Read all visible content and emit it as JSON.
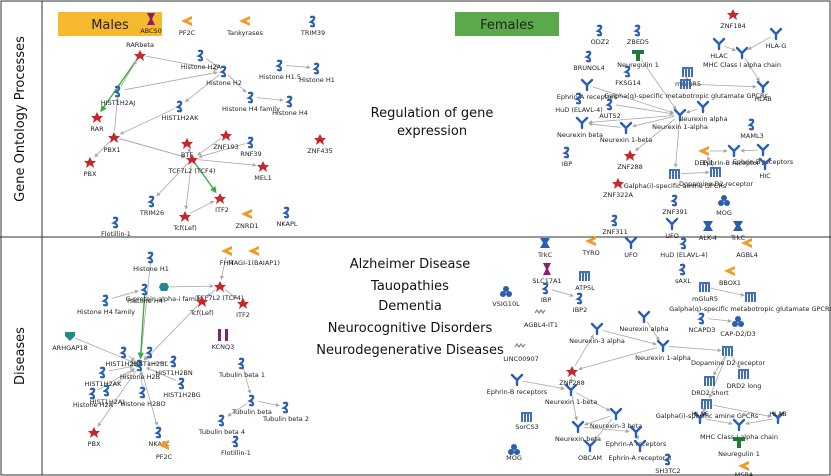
{
  "sections": {
    "gop": "Gene Ontology Processes",
    "diseases": "Diseases"
  },
  "headers": {
    "males": "Males",
    "females": "Females"
  },
  "center_text": {
    "gop": [
      "Regulation of gene",
      "expression"
    ],
    "diseases": [
      "Alzheimer Disease",
      "Tauopathies",
      "Dementia",
      "Neurocognitive Disorders",
      "Neurodegenerative Diseases"
    ]
  },
  "colors": {
    "males_header": "#f5b82e",
    "females_header": "#5aaa4a",
    "blue_node": "#2a5fae",
    "red_node": "#c8262e",
    "purple_node": "#8a1f6a",
    "orange_node": "#f29a26",
    "green_node": "#1f7a3a",
    "teal_node": "#1f8a8a",
    "edge_gray": "#a8a8a8",
    "edge_green": "#3aaa3a"
  },
  "panels": {
    "males_gop": {
      "nodes": [
        {
          "label": "ABCS0",
          "icon": "bowtie-icon",
          "color": "purple"
        },
        {
          "label": "PF2C",
          "icon": "enzyme-icon",
          "color": "orange"
        },
        {
          "label": "Tankyrases",
          "icon": "enzyme-icon",
          "color": "orange"
        },
        {
          "label": "TRIM39",
          "icon": "protein-icon",
          "color": "blue"
        },
        {
          "label": "RARbeta",
          "icon": "receptor-icon",
          "color": "red"
        },
        {
          "label": "Histone H2A",
          "icon": "protein-icon",
          "color": "blue"
        },
        {
          "label": "RAR",
          "icon": "receptor-icon",
          "color": "red"
        },
        {
          "label": "HIST1H2AJ",
          "icon": "protein-icon",
          "color": "blue"
        },
        {
          "label": "Histone H2",
          "icon": "protein-icon",
          "color": "blue"
        },
        {
          "label": "Histone H1.5",
          "icon": "protein-icon",
          "color": "blue"
        },
        {
          "label": "Histone H1",
          "icon": "protein-icon",
          "color": "blue"
        },
        {
          "label": "Histone H4 family",
          "icon": "protein-icon",
          "color": "blue"
        },
        {
          "label": "Histone H4",
          "icon": "protein-icon",
          "color": "blue"
        },
        {
          "label": "HIST1H2AK",
          "icon": "protein-icon",
          "color": "blue"
        },
        {
          "label": "BTF",
          "icon": "receptor-icon",
          "color": "red"
        },
        {
          "label": "ZNF193",
          "icon": "receptor-icon",
          "color": "red"
        },
        {
          "label": "RNF39",
          "icon": "protein-icon",
          "color": "blue"
        },
        {
          "label": "ZNF435",
          "icon": "receptor-icon",
          "color": "red"
        },
        {
          "label": "PBX1",
          "icon": "receptor-icon",
          "color": "red"
        },
        {
          "label": "MEL1",
          "icon": "receptor-icon",
          "color": "red"
        },
        {
          "label": "TCF7L2 (TCF4)",
          "icon": "receptor-icon",
          "color": "red"
        },
        {
          "label": "PBX",
          "icon": "receptor-icon",
          "color": "red"
        },
        {
          "label": "TRIM26",
          "icon": "protein-icon",
          "color": "blue"
        },
        {
          "label": "Tcf(Lef)",
          "icon": "receptor-icon",
          "color": "red"
        },
        {
          "label": "ITF2",
          "icon": "receptor-icon",
          "color": "red"
        },
        {
          "label": "NKAPL",
          "icon": "protein-icon",
          "color": "blue"
        },
        {
          "label": "Flotillin-1",
          "icon": "protein-icon",
          "color": "blue"
        },
        {
          "label": "ZNRD1",
          "icon": "enzyme-icon",
          "color": "orange"
        }
      ]
    },
    "females_gop": {
      "nodes": [
        {
          "label": "ZNF184",
          "icon": "receptor-icon",
          "color": "red"
        },
        {
          "label": "ODZ2",
          "icon": "protein-icon",
          "color": "blue"
        },
        {
          "label": "ZBED5",
          "icon": "protein-icon",
          "color": "blue"
        },
        {
          "label": "HLA-G",
          "icon": "antibody-icon",
          "color": "blue"
        },
        {
          "label": "HLAC",
          "icon": "antibody-icon",
          "color": "blue"
        },
        {
          "label": "Neuregulin 1",
          "icon": "ligand-icon",
          "color": "green"
        },
        {
          "label": "MHC Class I alpha chain",
          "icon": "antibody-icon",
          "color": "blue"
        },
        {
          "label": "BRUNOL4",
          "icon": "protein-icon",
          "color": "blue"
        },
        {
          "label": "FKSG14",
          "icon": "protein-icon",
          "color": "blue"
        },
        {
          "label": "mGluR5",
          "icon": "gpcr-icon",
          "color": "blue"
        },
        {
          "label": "Ephrin-A receptors",
          "icon": "antibody-icon",
          "color": "blue"
        },
        {
          "label": "Galpha(q)-specific metabotropic glutamate GPCRs",
          "icon": "gpcr-icon",
          "color": "blue"
        },
        {
          "label": "HLAB",
          "icon": "antibody-icon",
          "color": "blue"
        },
        {
          "label": "HuD (ELAVL-4)",
          "icon": "protein-icon",
          "color": "blue"
        },
        {
          "label": "AUTS2",
          "icon": "protein-icon",
          "color": "blue"
        },
        {
          "label": "Neurexin alpha",
          "icon": "antibody-icon",
          "color": "blue"
        },
        {
          "label": "Neurexin 1-alpha",
          "icon": "antibody-icon",
          "color": "blue"
        },
        {
          "label": "MAML3",
          "icon": "protein-icon",
          "color": "blue"
        },
        {
          "label": "Neurexin beta",
          "icon": "antibody-icon",
          "color": "blue"
        },
        {
          "label": "Neurexin 1-beta",
          "icon": "antibody-icon",
          "color": "blue"
        },
        {
          "label": "DEP-1",
          "icon": "enzyme-icon",
          "color": "orange"
        },
        {
          "label": "Ephrin-B receptors",
          "icon": "antibody-icon",
          "color": "blue"
        },
        {
          "label": "Ephrin-B receptor 2",
          "icon": "antibody-icon",
          "color": "blue"
        },
        {
          "label": "IBP",
          "icon": "protein-icon",
          "color": "blue"
        },
        {
          "label": "ZNF288",
          "icon": "receptor-icon",
          "color": "red"
        },
        {
          "label": "Galpha(i)-specific amine GPCRs",
          "icon": "gpcr-icon",
          "color": "blue"
        },
        {
          "label": "Dopamine D2 receptor",
          "icon": "gpcr-icon",
          "color": "blue"
        },
        {
          "label": "HIC",
          "icon": "antibody-icon",
          "color": "blue"
        },
        {
          "label": "ZNF322A",
          "icon": "receptor-icon",
          "color": "red"
        },
        {
          "label": "ZNF391",
          "icon": "protein-icon",
          "color": "blue"
        },
        {
          "label": "ZNF311",
          "icon": "protein-icon",
          "color": "blue"
        },
        {
          "label": "MOG",
          "icon": "cluster-icon",
          "color": "blue"
        },
        {
          "label": "UFO",
          "icon": "antibody-icon",
          "color": "blue"
        },
        {
          "label": "ALK-4",
          "icon": "kinase-icon",
          "color": "blue"
        },
        {
          "label": "TrkC",
          "icon": "kinase-icon",
          "color": "blue"
        }
      ]
    },
    "males_dis": {
      "nodes": [
        {
          "label": "FHIT",
          "icon": "enzyme-icon",
          "color": "orange"
        },
        {
          "label": "MAGI-1(BAIAP1)",
          "icon": "enzyme-icon",
          "color": "orange"
        },
        {
          "label": "Histone H1",
          "icon": "protein-icon",
          "color": "blue"
        },
        {
          "label": "G-protein alpha-i family",
          "icon": "hex-icon",
          "color": "teal"
        },
        {
          "label": "TCF7L2 (TCF4)",
          "icon": "receptor-icon",
          "color": "red"
        },
        {
          "label": "Histone H4 family",
          "icon": "protein-icon",
          "color": "blue"
        },
        {
          "label": "Histone H4",
          "icon": "protein-icon",
          "color": "blue"
        },
        {
          "label": "Tcf(Lef)",
          "icon": "receptor-icon",
          "color": "red"
        },
        {
          "label": "ITF2",
          "icon": "receptor-icon",
          "color": "red"
        },
        {
          "label": "ARHGAP18",
          "icon": "arrow-icon",
          "color": "teal"
        },
        {
          "label": "KCNQ3",
          "icon": "channel-icon",
          "color": "purple"
        },
        {
          "label": "HIST1H2BB",
          "icon": "protein-icon",
          "color": "blue"
        },
        {
          "label": "HIST1H2BL",
          "icon": "protein-icon",
          "color": "blue"
        },
        {
          "label": "HIST1H2AK",
          "icon": "protein-icon",
          "color": "blue"
        },
        {
          "label": "HIST1H2BN",
          "icon": "protein-icon",
          "color": "blue"
        },
        {
          "label": "Histone H2B",
          "icon": "protein-icon",
          "color": "blue"
        },
        {
          "label": "Histone H2A",
          "icon": "protein-icon",
          "color": "blue"
        },
        {
          "label": "HIST1H2BG",
          "icon": "protein-icon",
          "color": "blue"
        },
        {
          "label": "HIST1H2AJ",
          "icon": "protein-icon",
          "color": "blue"
        },
        {
          "label": "Histone H2BO",
          "icon": "protein-icon",
          "color": "blue"
        },
        {
          "label": "PBX",
          "icon": "receptor-icon",
          "color": "red"
        },
        {
          "label": "NKAPL",
          "icon": "protein-icon",
          "color": "blue"
        },
        {
          "label": "PF2C",
          "icon": "enzyme-icon",
          "color": "orange"
        },
        {
          "label": "Tubulin beta 1",
          "icon": "protein-icon",
          "color": "blue"
        },
        {
          "label": "Tubulin beta",
          "icon": "protein-icon",
          "color": "blue"
        },
        {
          "label": "Tubulin beta 2",
          "icon": "protein-icon",
          "color": "blue"
        },
        {
          "label": "Tubulin beta 4",
          "icon": "protein-icon",
          "color": "blue"
        },
        {
          "label": "Flotillin-1",
          "icon": "protein-icon",
          "color": "blue"
        }
      ]
    },
    "females_dis": {
      "nodes": [
        {
          "label": "TrkC",
          "icon": "kinase-icon",
          "color": "blue"
        },
        {
          "label": "TYRO",
          "icon": "enzyme-icon",
          "color": "orange"
        },
        {
          "label": "UFO",
          "icon": "antibody-icon",
          "color": "blue"
        },
        {
          "label": "HuD (ELAVL-4)",
          "icon": "protein-icon",
          "color": "blue"
        },
        {
          "label": "AGBL4",
          "icon": "enzyme-icon",
          "color": "orange"
        },
        {
          "label": "SLC17A1",
          "icon": "bowtie-icon",
          "color": "purple"
        },
        {
          "label": "ATP5L",
          "icon": "gpcr-icon",
          "color": "blue"
        },
        {
          "label": "sAXL",
          "icon": "protein-icon",
          "color": "blue"
        },
        {
          "label": "BBOX1",
          "icon": "enzyme-icon",
          "color": "orange"
        },
        {
          "label": "VSIG10L",
          "icon": "cluster-icon",
          "color": "blue"
        },
        {
          "label": "IBP",
          "icon": "protein-icon",
          "color": "blue"
        },
        {
          "label": "IBP2",
          "icon": "protein-icon",
          "color": "blue"
        },
        {
          "label": "mGluR5",
          "icon": "gpcr-icon",
          "color": "blue"
        },
        {
          "label": "Galpha(q)-specific metabotropic glutamate GPCRs",
          "icon": "gpcr-icon",
          "color": "blue"
        },
        {
          "label": "AGBL4-IT1",
          "icon": "rna-icon",
          "color": "gray"
        },
        {
          "label": "Neurexin alpha",
          "icon": "antibody-icon",
          "color": "blue"
        },
        {
          "label": "NCAPD3",
          "icon": "protein-icon",
          "color": "blue"
        },
        {
          "label": "CAP-D2/D3",
          "icon": "cluster-icon",
          "color": "blue"
        },
        {
          "label": "Neurexin-3 alpha",
          "icon": "antibody-icon",
          "color": "blue"
        },
        {
          "label": "LINC00907",
          "icon": "rna-icon",
          "color": "gray"
        },
        {
          "label": "Neurexin 1-alpha",
          "icon": "antibody-icon",
          "color": "blue"
        },
        {
          "label": "Dopamine D2 receptor",
          "icon": "gpcr-icon",
          "color": "blue"
        },
        {
          "label": "ZNF288",
          "icon": "receptor-icon",
          "color": "red"
        },
        {
          "label": "DRD2 long",
          "icon": "gpcr-icon",
          "color": "blue"
        },
        {
          "label": "DRD2 short",
          "icon": "gpcr-icon",
          "color": "blue"
        },
        {
          "label": "Ephrin-B receptors",
          "icon": "antibody-icon",
          "color": "blue"
        },
        {
          "label": "Neurexin 1-beta",
          "icon": "antibody-icon",
          "color": "blue"
        },
        {
          "label": "Galpha(i)-specific amine GPCRs",
          "icon": "gpcr-icon",
          "color": "blue"
        },
        {
          "label": "SorCS3",
          "icon": "gpcr-icon",
          "color": "blue"
        },
        {
          "label": "Neurexin-3 beta",
          "icon": "antibody-icon",
          "color": "blue"
        },
        {
          "label": "HLAC",
          "icon": "antibody-icon",
          "color": "blue"
        },
        {
          "label": "HLAB",
          "icon": "antibody-icon",
          "color": "blue"
        },
        {
          "label": "MHC Class I alpha chain",
          "icon": "antibody-icon",
          "color": "blue"
        },
        {
          "label": "Neurexin beta",
          "icon": "antibody-icon",
          "color": "blue"
        },
        {
          "label": "Ephrin-A receptors",
          "icon": "antibody-icon",
          "color": "blue"
        },
        {
          "label": "Ephrin-A receptor 3",
          "icon": "antibody-icon",
          "color": "blue"
        },
        {
          "label": "MOG",
          "icon": "cluster-icon",
          "color": "blue"
        },
        {
          "label": "OBCAM",
          "icon": "antibody-icon",
          "color": "blue"
        },
        {
          "label": "Neuregulin 1",
          "icon": "ligand-icon",
          "color": "green"
        },
        {
          "label": "SH3TC2",
          "icon": "protein-icon",
          "color": "blue"
        },
        {
          "label": "MSRA",
          "icon": "enzyme-icon",
          "color": "orange"
        }
      ]
    }
  }
}
